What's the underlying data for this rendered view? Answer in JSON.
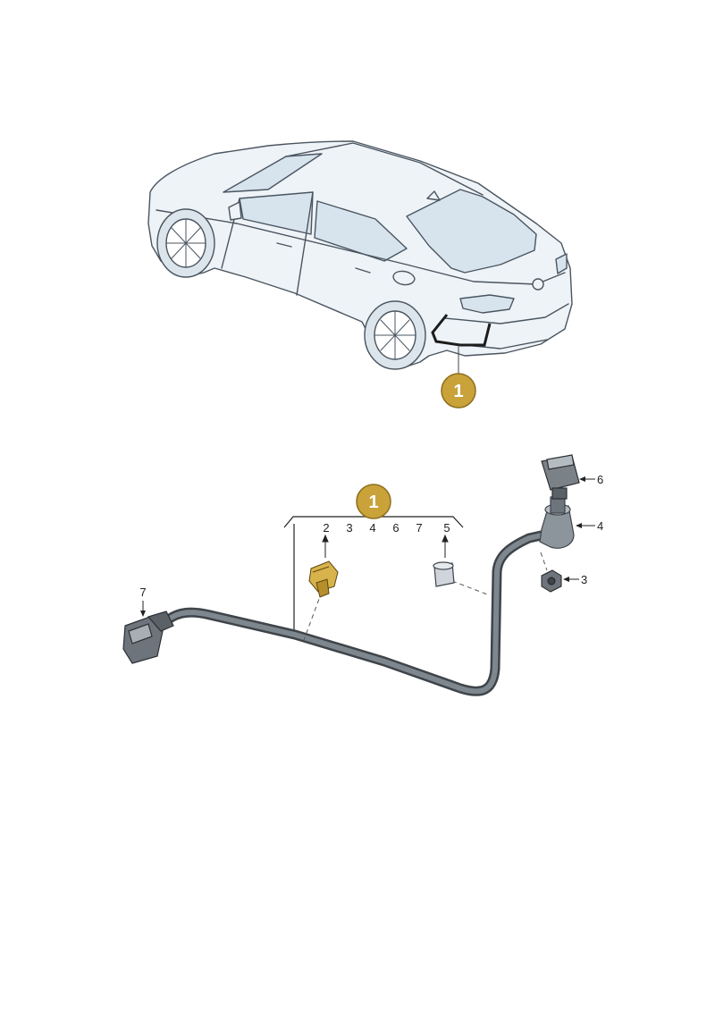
{
  "colors": {
    "callout_fill": "#c9a23a",
    "callout_stroke": "#8c6f1e",
    "car_body": "#eef3f7",
    "car_glass": "#d7e4ee",
    "car_line": "#4a5560",
    "harness": "#6d747b",
    "harness_dark": "#3e444a",
    "highlight_part": "#d8b24a",
    "ink": "#222222"
  },
  "top_callout": {
    "label": "1"
  },
  "group_callout": {
    "label": "1",
    "items": [
      "2",
      "3",
      "4",
      "6",
      "7",
      "5"
    ]
  },
  "side_labels": {
    "p6": "6",
    "p4": "4",
    "p3": "3",
    "p7": "7"
  },
  "icons": [
    "car-illustration-icon",
    "wiring-harness-icon",
    "connector-icon",
    "grommet-icon",
    "sensor-icon",
    "clip-icon",
    "nut-icon"
  ]
}
